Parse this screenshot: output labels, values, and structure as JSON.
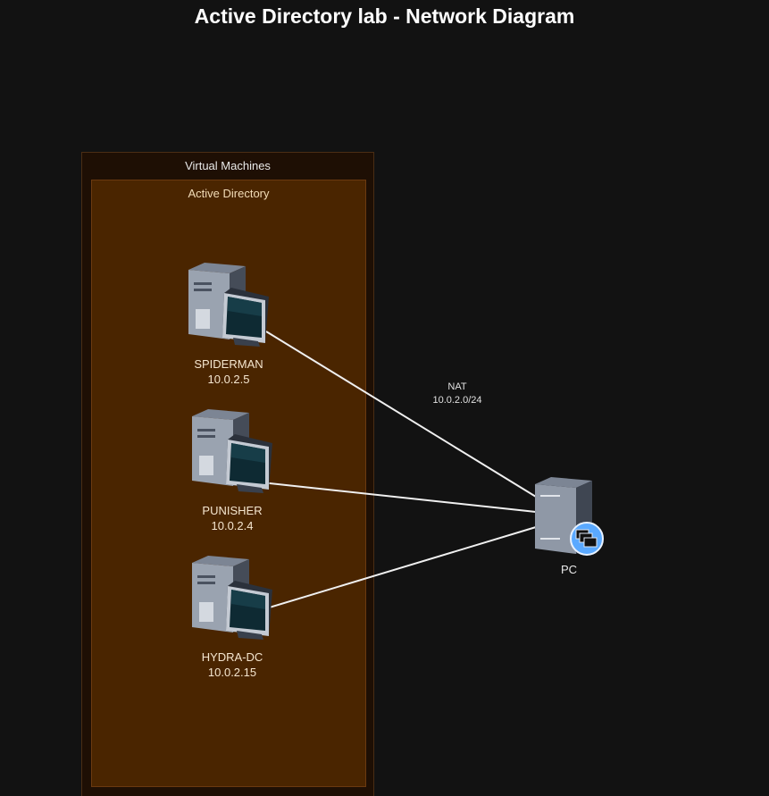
{
  "title": "Active Directory lab - Network Diagram",
  "groups": {
    "outer_label": "Virtual Machines",
    "inner_label": "Active Directory"
  },
  "nodes": [
    {
      "name": "SPIDERMAN",
      "ip": "10.0.2.5"
    },
    {
      "name": "PUNISHER",
      "ip": "10.0.2.4"
    },
    {
      "name": "HYDRA-DC",
      "ip": "10.0.2.15"
    }
  ],
  "pc": {
    "name": "PC"
  },
  "link": {
    "name": "NAT",
    "subnet": "10.0.2.0/24"
  },
  "colors": {
    "background": "#121212",
    "outer_group": "#1e0f04",
    "inner_group": "#4a2500",
    "link": "#f0f0f0",
    "badge": "#5aa9ff"
  },
  "icons": {
    "vm": "workstation-icon",
    "pc": "server-tower-icon",
    "badge": "windows-badge-icon"
  }
}
